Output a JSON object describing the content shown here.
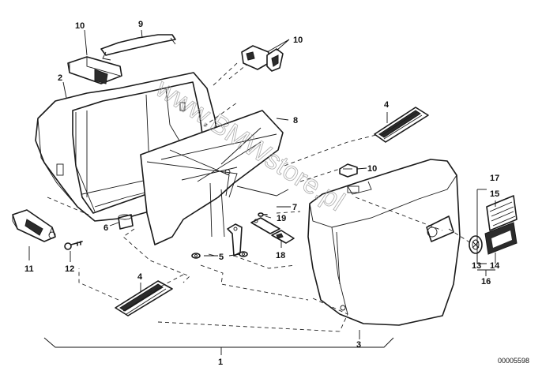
{
  "callouts": {
    "c1": "1",
    "c2": "2",
    "c3": "3",
    "c4a": "4",
    "c4b": "4",
    "c5": "5",
    "c6": "6",
    "c7": "7",
    "c8": "8",
    "c9": "9",
    "c10a": "10",
    "c10b": "10",
    "c10c": "10",
    "c11": "11",
    "c12": "12",
    "c13": "13",
    "c14": "14",
    "c15": "15",
    "c16": "16",
    "c17": "17",
    "c18": "18",
    "c19": "19"
  },
  "catalog_number": "00005598",
  "watermark": "www.BMWstore.pl"
}
